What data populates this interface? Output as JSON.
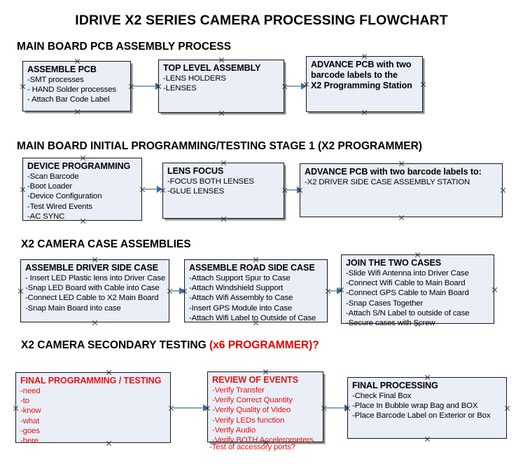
{
  "title": "IDRIVE X2  SERIES CAMERA PROCESSING FLOWCHART",
  "colors": {
    "node_fill": "#e9eef7",
    "node_border": "#15181c",
    "arrow_shaft": "#8ba4bd",
    "arrow_head": "#3b6ea5",
    "accent_red": "#e41414",
    "heading_red": "#e00000"
  },
  "sections": [
    {
      "heading": "MAIN BOARD PCB ASSEMBLY PROCESS",
      "heading_accent": "",
      "nodes": [
        {
          "title": "ASSEMBLE PCB",
          "lines": [
            "-SMT processes",
            "- HAND Solder processes",
            "- Attach Bar Code Label"
          ]
        },
        {
          "title": "TOP LEVEL ASSEMBLY",
          "lines": [
            "-LENS HOLDERS",
            "-LENSES"
          ]
        },
        {
          "title": "ADVANCE PCB with two",
          "lines": [
            "barcode labels to the",
            " X2 Programming Station"
          ]
        }
      ]
    },
    {
      "heading": "MAIN BOARD INITIAL PROGRAMMING/TESTING STAGE 1 (X2 PROGRAMMER)",
      "heading_accent": "",
      "nodes": [
        {
          "title": "DEVICE PROGRAMMING",
          "lines": [
            "-Scan Barcode",
            "-Boot Loader",
            "-Device Configuration",
            "-Test Wired Events",
            "-AC SYNC"
          ]
        },
        {
          "title": "LENS FOCUS",
          "lines": [
            "-FOCUS BOTH LENSES",
            "-GLUE LENSES"
          ]
        },
        {
          "title": "ADVANCE PCB with two barcode labels to:",
          "lines": [
            "-X2 DRIVER  SIDE  CASE  ASSEMBLY STATION"
          ]
        }
      ]
    },
    {
      "heading": "X2 CAMERA CASE ASSEMBLIES",
      "heading_accent": "",
      "nodes": [
        {
          "title": "ASSEMBLE DRIVER SIDE CASE",
          "lines": [
            "- Insert LED Plastic lens into Driver Case",
            "-Snap LED Board with Cable into Case",
            "-Connect LED Cable to X2 Main Board",
            "-Snap Main Board into case"
          ]
        },
        {
          "title": "ASSEMBLE ROAD SIDE CASE",
          "lines": [
            "-Attach Support Spur to Case",
            "-Attach Windshield Support",
            "-Attach Wifi Assembly to Case",
            "-Insert GPS Module into Case",
            "-Attach Wifi Label to Outside of Case"
          ]
        },
        {
          "title": "JOIN THE TWO CASES",
          "lines": [
            "-Slide Wifi Antenna into Driver Case",
            "-Connect Wifi Cable to Main Board",
            "-Connect GPS Cable to Main Board",
            "-Snap Cases Together",
            "-Attach S/N Label to outside of case",
            "-Secure cases with Screw"
          ]
        }
      ]
    },
    {
      "heading": "X2 CAMERA SECONDARY TESTING ",
      "heading_accent": "(x6 PROGRAMMER)?",
      "nodes": [
        {
          "title": "FINAL PROGRAMMING / TESTING",
          "lines": [
            "-need",
            "-to",
            "-know",
            "-what",
            "-goes",
            "-here"
          ]
        },
        {
          "title": "REVIEW OF EVENTS",
          "lines": [
            "-Verify Transfer",
            "-Verify Correct Quantity",
            "-Verify Quality of Video",
            "-Verify LEDs function",
            "-Verify Audio",
            "-Verify BOTH Accelerometers"
          ],
          "overflow_line": "-Test of accessory ports?"
        },
        {
          "title": "FINAL PROCESSING",
          "lines": [
            " -Check Final Box",
            "-Place In Bubble wrap Bag and BOX",
            "-Place Barcode Label on Exterior or Box"
          ]
        }
      ]
    }
  ]
}
